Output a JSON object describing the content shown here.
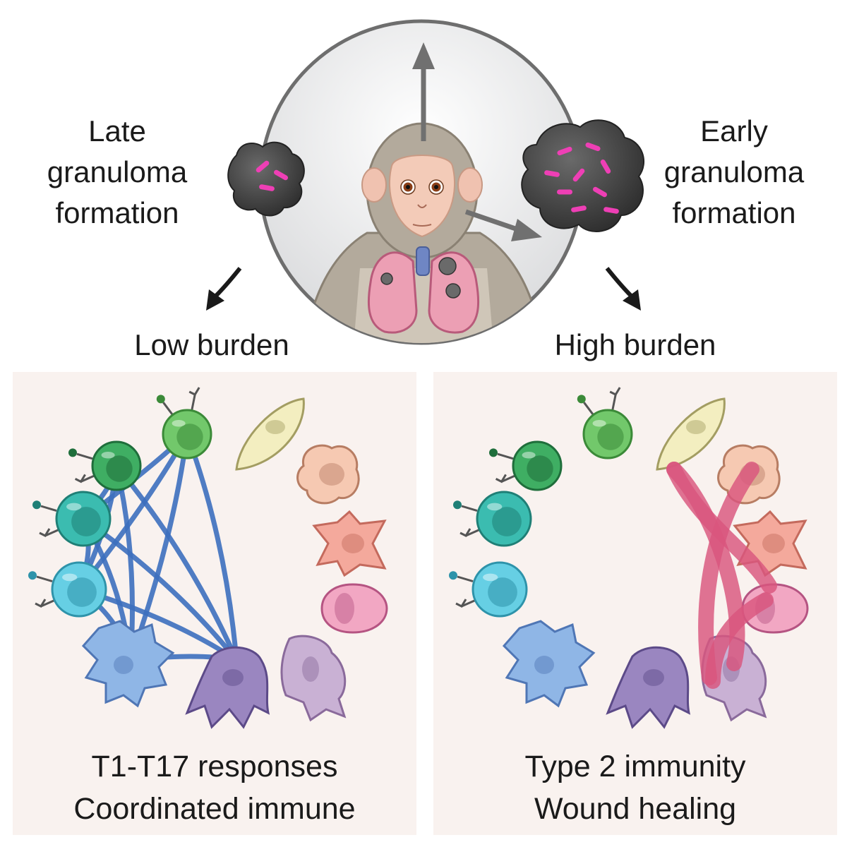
{
  "top": {
    "left_title": [
      "Late",
      "granuloma",
      "formation"
    ],
    "right_title": [
      "Early",
      "granuloma",
      "formation"
    ],
    "left_outcome": "Low burden",
    "right_outcome": "High burden"
  },
  "panels": {
    "left_caption": [
      "T1-T17 responses",
      "Coordinated immune"
    ],
    "right_caption": [
      "Type 2 immunity",
      "Wound healing"
    ]
  },
  "colors": {
    "panel_bg": "#f9f2ef",
    "blue_link": "#3c6fbe",
    "pink_link": "#d9557e",
    "granuloma": "#4a4a4a",
    "bacteria": "#ee3fb5"
  }
}
